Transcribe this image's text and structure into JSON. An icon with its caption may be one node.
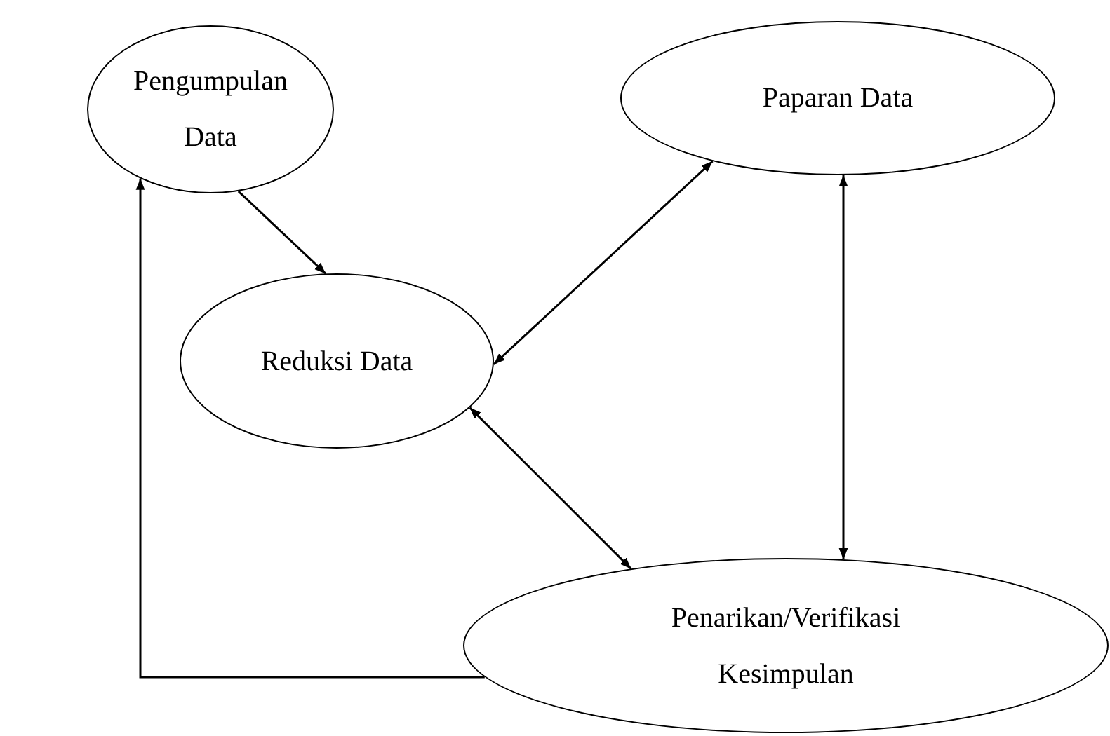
{
  "diagram": {
    "nodes": [
      {
        "text": [
          "Pengumpulan Data"
        ]
      },
      {
        "text": [
          "Paparan Data"
        ]
      },
      {
        "text": [
          "Reduksi Data"
        ]
      },
      {
        "text": [
          "Penarikan/Verifikasi Kesimpulan"
        ]
      }
    ],
    "edges": [
      {
        "from": 0,
        "to": 2,
        "arrow": "to"
      },
      {
        "from": 2,
        "to": 1,
        "arrow": "both"
      },
      {
        "from": 2,
        "to": 3,
        "arrow": "both"
      },
      {
        "from": 1,
        "to": 3,
        "arrow": "both"
      },
      {
        "from": 3,
        "to": 0,
        "arrow": "to"
      }
    ]
  }
}
